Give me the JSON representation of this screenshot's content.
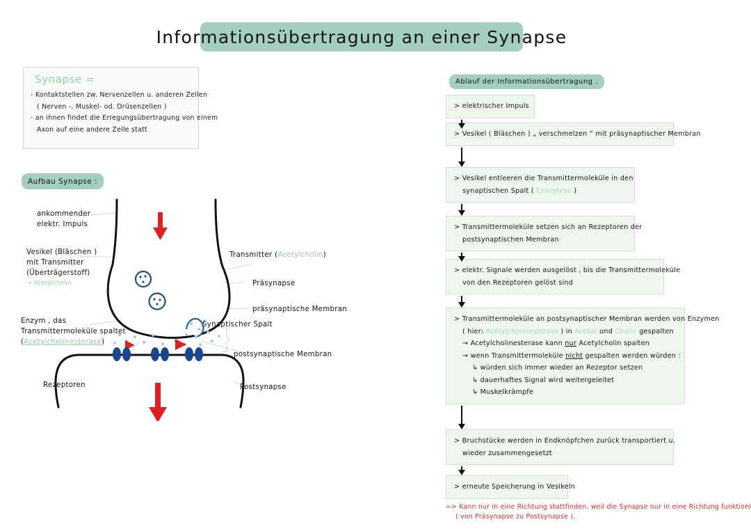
{
  "title": "Informationsübertragung an einer Synapse",
  "definition": {
    "heading": "Synapse =",
    "lines": [
      "- Kontaktstellen zw. Nervenzellen u. anderen Zellen",
      "( Nerven -, Muskel- od. Drüsenzellen )",
      "- an ihnen findet die Erregungsübertragung von einem",
      "Axon auf eine andere Zelle statt"
    ]
  },
  "diagram": {
    "pill": "Aufbau Synapse :",
    "labels": {
      "incoming_impulse": [
        "ankommender",
        "elektr. Impuls"
      ],
      "vesicle": [
        "Vesikel (Bläschen )",
        "mit Transmitter",
        "(Überträgerstoff)"
      ],
      "vesicle_accent": "→ Acetylcholin",
      "enzyme": [
        "Enzym , das",
        "Transmittermoleküle spaltet"
      ],
      "enzyme_accent_open": "(",
      "enzyme_accent": "Acetylcholinesterase",
      "enzyme_accent_close": ")",
      "receptors": "Rezeptoren",
      "transmitter_pre": "Transmitter (",
      "transmitter_accent": "Acetylcholin",
      "transmitter_post": ")",
      "presynapse": "Präsynapse",
      "presynaptic_membrane": "präsynaptische  Membran",
      "synaptic_cleft": "Synaptischer  Spalt",
      "postsynaptic_membrane": "postsynaptische  Membran",
      "postsynapse": "Postsynapse"
    }
  },
  "flow": {
    "pill": "Ablauf der Informationsübertragung .",
    "pill_dot": ".",
    "steps": [
      {
        "lines": [
          {
            "parts": [
              {
                "t": "> elektrischer  Impuls"
              }
            ]
          }
        ]
      },
      {
        "lines": [
          {
            "parts": [
              {
                "t": "> Vesikel ( Bläschen )  „ verschmelzen “  mit  präsynaptischer  Membran"
              }
            ]
          }
        ]
      },
      {
        "lines": [
          {
            "parts": [
              {
                "t": "> Vesikel  entleeren  die  Transmittermoleküle  in den"
              }
            ]
          },
          {
            "indent": 1,
            "parts": [
              {
                "t": "synaptischen  Spalt  ( "
              },
              {
                "t": "Exozytose",
                "c": "green"
              },
              {
                "t": " )"
              }
            ]
          }
        ]
      },
      {
        "lines": [
          {
            "parts": [
              {
                "t": "> Transmittermoleküle  setzen  sich  an  Rezeptoren der"
              }
            ]
          },
          {
            "indent": 1,
            "parts": [
              {
                "t": "postsynaptischen  Membran"
              }
            ]
          }
        ]
      },
      {
        "lines": [
          {
            "parts": [
              {
                "t": "> elektr. Signale  werden  ausgelöst , bis  die  Transmittermoleküle"
              }
            ]
          },
          {
            "indent": 1,
            "parts": [
              {
                "t": "von den  Rezeptoren  gelöst sind"
              }
            ]
          }
        ]
      },
      {
        "lines": [
          {
            "parts": [
              {
                "t": "> Transmittermoleküle an postsynaptischer Membran werden von Enzymen"
              }
            ]
          },
          {
            "indent": 1,
            "parts": [
              {
                "t": "( hier: "
              },
              {
                "t": "Acetylcholinesterase",
                "c": "green"
              },
              {
                "t": " ) in "
              },
              {
                "t": "Acetat",
                "c": "green"
              },
              {
                "t": "  und  "
              },
              {
                "t": "Cholin",
                "c": "green"
              },
              {
                "t": " gespalten"
              }
            ]
          },
          {
            "indent": 1,
            "parts": [
              {
                "t": "→ Acetylcholinesterase  kann  "
              },
              {
                "t": "nur",
                "u": true
              },
              {
                "t": " Acetylcholin  spalten"
              }
            ]
          },
          {
            "indent": 1,
            "parts": [
              {
                "t": "→ wenn Transmittermoleküle  "
              },
              {
                "t": "nicht",
                "u": true
              },
              {
                "t": " gespalten  werden  würden :"
              }
            ]
          },
          {
            "indent": 2,
            "parts": [
              {
                "t": "↳ würden sich  immer  wieder  an  Rezeptor  setzen"
              }
            ]
          },
          {
            "indent": 2,
            "parts": [
              {
                "t": "↳ dauerhaftes  Signal  wird  weitergeleitet"
              }
            ]
          },
          {
            "indent": 2,
            "parts": [
              {
                "t": "↳ Muskelkrämpfe"
              }
            ]
          }
        ]
      },
      {
        "lines": [
          {
            "parts": [
              {
                "t": "> Bruchstücke  werden  in  Endknöpfchen  zurück  transportiert  u."
              }
            ]
          },
          {
            "indent": 1,
            "parts": [
              {
                "t": "wieder  zusammengesetzt"
              }
            ]
          }
        ]
      },
      {
        "lines": [
          {
            "parts": [
              {
                "t": "> erneute  Speicherung  in  Vesikeln"
              }
            ]
          }
        ]
      }
    ]
  },
  "conclusion": [
    "=> Kann  nur  in  eine  Richtung  stattfinden, weil  die  Synapse  nur  in  eine  Richtung  funktioniert",
    "( von  Präsynapse  zu  Postsynapse )."
  ],
  "colors": {
    "banner": "#a3cfc0",
    "pill": "#a3cfc0",
    "box_bg": "#eef6ee",
    "box_border": "#cfe3d1",
    "accent_green": "#93cfa4",
    "red": "#d42b2b",
    "vesicle_blue": "#1b4f8a",
    "receptor_blue": "#1a4f9c"
  }
}
